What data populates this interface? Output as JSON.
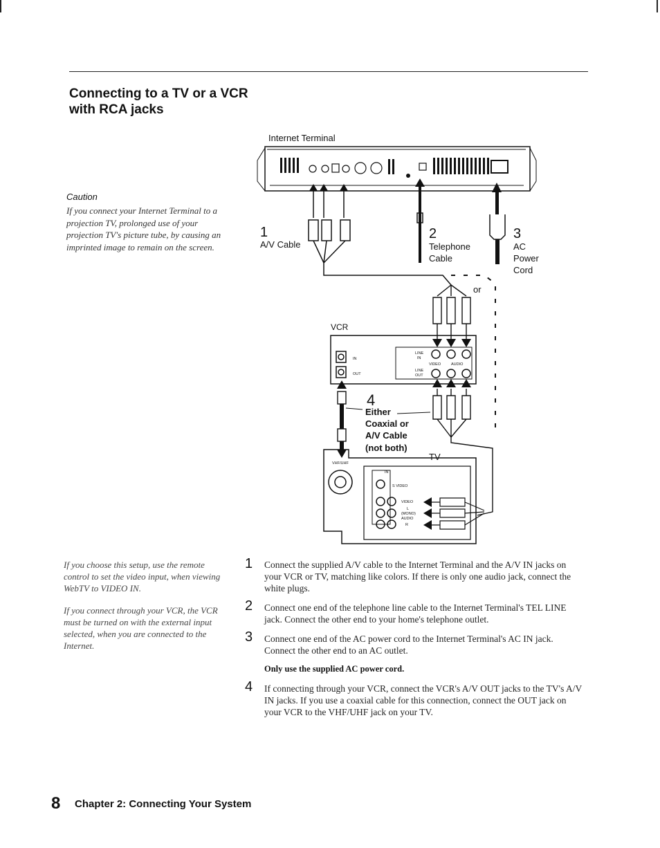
{
  "section_title": "Connecting to a TV or a VCR with RCA jacks",
  "caution": {
    "heading": "Caution",
    "body": "If you connect your Internet Terminal to a projection TV, prolonged use of your projection TV's picture tube, by causing an imprinted image to remain on the screen."
  },
  "side_notes": {
    "remote": "If you choose this setup, use the remote control to set the video input, when viewing WebTV to VIDEO IN.",
    "vcr": "If you connect through your VCR, the VCR must be turned on with the external input selected, when you are connected to the Internet."
  },
  "diagram": {
    "internet_terminal_label": "Internet Terminal",
    "cable1_num": "1",
    "cable1_label": "A/V Cable",
    "cable2_num": "2",
    "cable2_label_1": "Telephone",
    "cable2_label_2": "Cable",
    "cable3_num": "3",
    "cable3_label_1": "AC",
    "cable3_label_2": "Power",
    "cable3_label_3": "Cord",
    "or_label": "or",
    "vcr_label": "VCR",
    "vcr_in": "IN",
    "vcr_out": "OUT",
    "vcr_line_in_1": "LINE",
    "vcr_line_in_2": "IN",
    "vcr_line_out_1": "LINE",
    "vcr_line_out_2": "OUT",
    "vcr_video": "VIDEO",
    "vcr_audio": "AUDIO",
    "cable4_num": "4",
    "cable4_label_1": "Either",
    "cable4_label_2": "Coaxial or",
    "cable4_label_3": "A/V Cable",
    "cable4_label_4": "(not both)",
    "tv_label": "TV",
    "vhf_uhf": "VHF/UHF",
    "tv_in": "IN",
    "tv_s_video": "S VIDEO",
    "tv_video": "VIDEO",
    "tv_l": "L",
    "tv_mono": "(MONO)",
    "tv_audio": "AUDIO",
    "tv_r": "R"
  },
  "steps": [
    {
      "num": "1",
      "text": "Connect the supplied A/V cable to the Internet Terminal and the A/V IN jacks on your VCR or TV, matching like colors. If there is only one audio jack, connect the white plugs."
    },
    {
      "num": "2",
      "text": "Connect one end of the telephone line cable to the Internet Terminal's TEL LINE jack. Connect the other end to your home's telephone outlet."
    },
    {
      "num": "3",
      "text": "Connect one end of the AC power cord to the Internet Terminal's AC IN jack. Connect the other end to an AC outlet."
    },
    {
      "num": "4",
      "text": "If connecting through your VCR, connect the VCR's A/V OUT jacks to the TV's A/V IN jacks. If you use a coaxial cable for this connection, connect the OUT jack on your VCR to the VHF/UHF jack on your TV."
    }
  ],
  "step3_note": "Only use the supplied AC power cord.",
  "footer": {
    "page_number": "8",
    "chapter": "Chapter 2: Connecting Your System"
  }
}
